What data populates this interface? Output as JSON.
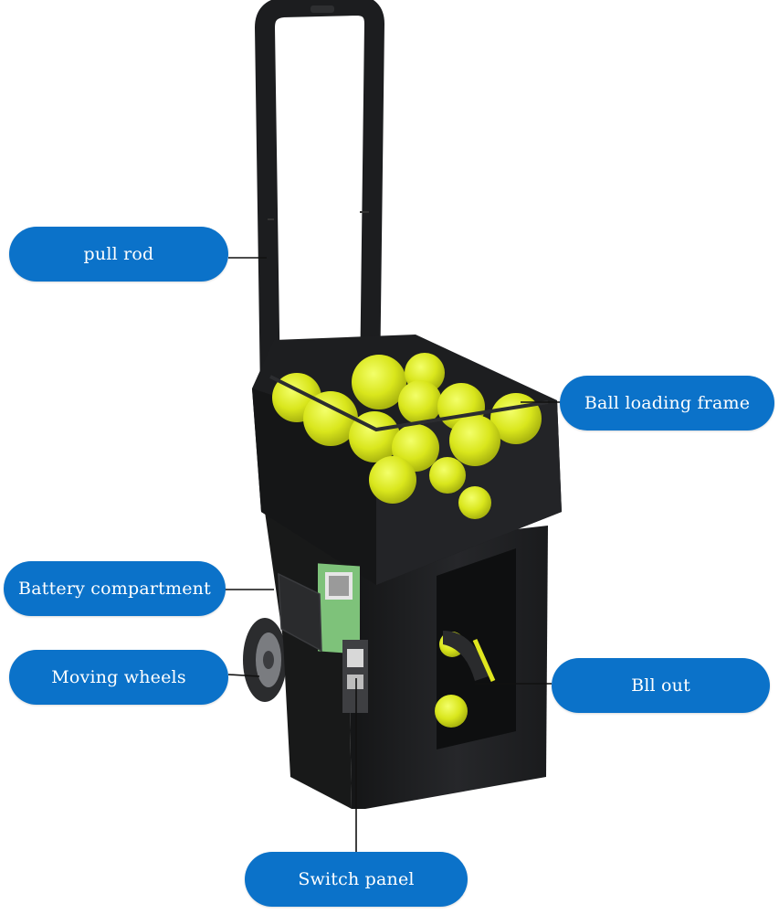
{
  "labels": {
    "pull_rod": "pull rod",
    "ball_loading_frame": "Ball loading frame",
    "battery_compartment": "Battery compartment",
    "moving_wheels": "Moving wheels",
    "ball_out": "Bll out",
    "switch_panel": "Switch panel"
  },
  "colors": {
    "label_bg": "#0b72c9",
    "label_text": "#ffffff",
    "machine_body": "#1f2022",
    "tennis_ball": "#d9e61c",
    "leader_line": "#111111"
  }
}
